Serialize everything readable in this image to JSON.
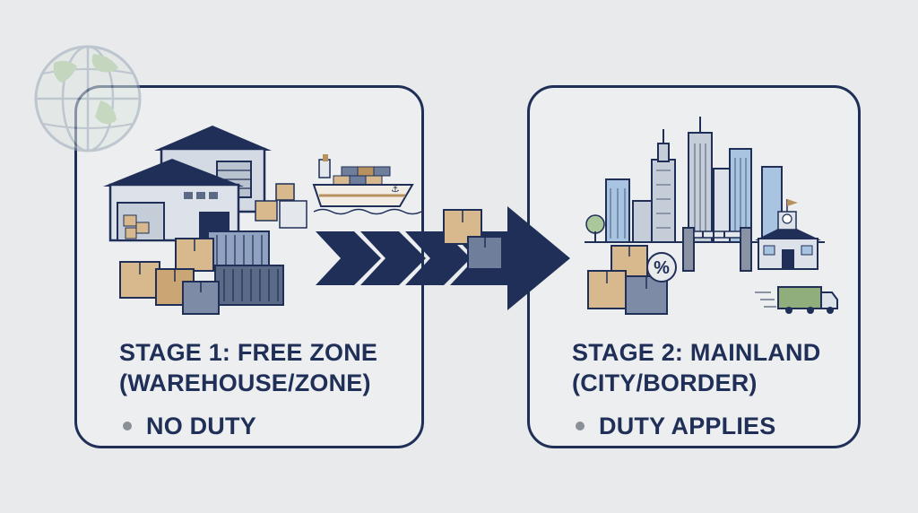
{
  "stages": [
    {
      "title": "STAGE 1: FREE ZONE",
      "subtitle": "(WAREHOUSE/ZONE)",
      "bullet": "NO DUTY"
    },
    {
      "title": "STAGE 2: MAINLAND",
      "subtitle": "(CITY/BORDER)",
      "bullet": "DUTY APPLIES"
    }
  ],
  "tariff_symbol": "%",
  "colors": {
    "navy": "#1f2f57",
    "steel": "#6f7e9b",
    "slate": "#5b6a87",
    "box_tan": "#d8b98e",
    "box_brown": "#b8915e",
    "sky": "#a9c4e0",
    "building_gray": "#c5cdd8",
    "truck_green": "#8fae7c",
    "globe_green": "#a9c79a",
    "bullet_gray": "#8a8f98",
    "background": "#e9eaec"
  },
  "icons": [
    "globe-icon",
    "warehouse-icon",
    "cargo-ship-icon",
    "shipping-container-icon",
    "cardboard-box-icon",
    "chevron-arrow-icon",
    "city-skyline-icon",
    "border-gate-icon",
    "customs-house-icon",
    "percent-tag-icon",
    "delivery-truck-icon",
    "tree-icon"
  ]
}
